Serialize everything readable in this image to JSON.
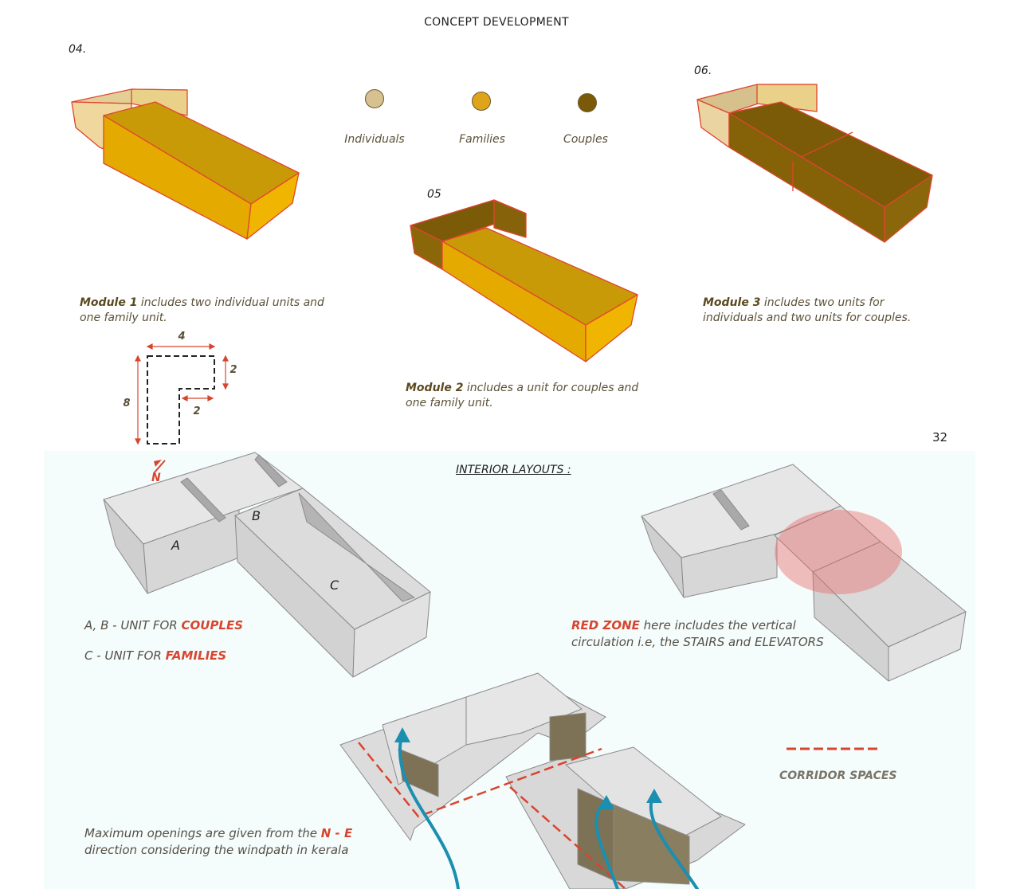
{
  "header": {
    "title": "CONCEPT DEVELOPMENT",
    "page_number": "32"
  },
  "modules": {
    "m1": {
      "number": "04.",
      "name": "Module 1",
      "text": "includes two individual units and one family unit."
    },
    "m2": {
      "number": "05",
      "name": "Module 2",
      "text": "includes a unit for couples and one family unit."
    },
    "m3": {
      "number": "06.",
      "name": "Module 3",
      "text": "includes two units for individuals and two units for couples."
    }
  },
  "legend": [
    {
      "label": "Individuals",
      "color": "#d8c190"
    },
    {
      "label": "Families",
      "color": "#e0a41a"
    },
    {
      "label": "Couples",
      "color": "#7a5a08"
    }
  ],
  "dimensions": {
    "top": "4",
    "right": "2",
    "inner": "2",
    "left": "8"
  },
  "interior": {
    "heading": "INTERIOR LAYOUTS :",
    "compass": "N",
    "room_labels": [
      "A",
      "B",
      "C"
    ],
    "line1_prefix": "A, B  - UNIT FOR ",
    "line1_highlight": "COUPLES",
    "line2_prefix": "C - UNIT FOR ",
    "line2_highlight": "FAMILIES",
    "redzone_highlight": "RED ZONE",
    "redzone_text_1": " here includes the vertical",
    "redzone_text_2": "circulation i.e, the STAIRS and ELEVATORS",
    "corridor_label": "CORRIDOR SPACES",
    "openings_1_prefix": "Maximum openings are given from the ",
    "openings_1_highlight": "N - E",
    "openings_2": "direction considering the windpath in kerala"
  },
  "colors": {
    "accent_red": "#d8452f",
    "teal_arrow": "#1b8fb0",
    "panel_bg": "#f5fcfc"
  }
}
